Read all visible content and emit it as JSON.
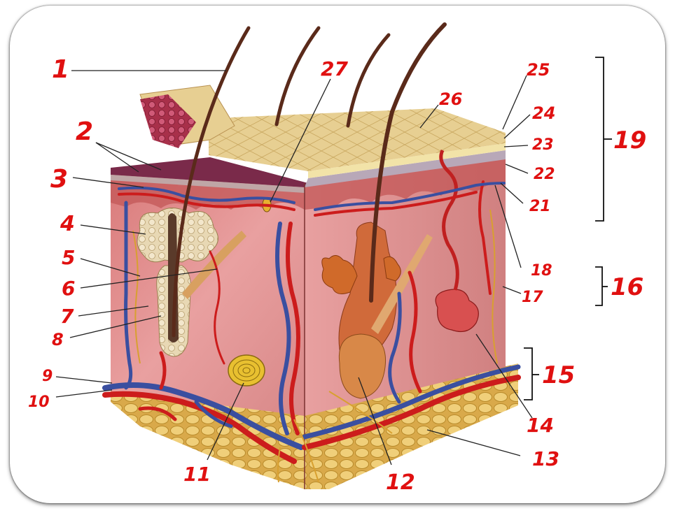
{
  "colors": {
    "label": "#e01010",
    "leader": "#222222",
    "dermis": "#e89a9a",
    "epidermis": "#e6cf8e",
    "fat": "#e8c86a",
    "artery": "#cc1c1c",
    "vein": "#3a4fa0",
    "hair": "#5a2a1a"
  },
  "labels": [
    {
      "id": "1",
      "text": "1"
    },
    {
      "id": "2",
      "text": "2"
    },
    {
      "id": "3",
      "text": "3"
    },
    {
      "id": "4",
      "text": "4"
    },
    {
      "id": "5",
      "text": "5"
    },
    {
      "id": "6",
      "text": "6"
    },
    {
      "id": "7",
      "text": "7"
    },
    {
      "id": "8",
      "text": "8"
    },
    {
      "id": "9",
      "text": "9"
    },
    {
      "id": "10",
      "text": "10"
    },
    {
      "id": "11",
      "text": "11"
    },
    {
      "id": "12",
      "text": "12"
    },
    {
      "id": "13",
      "text": "13"
    },
    {
      "id": "14",
      "text": "14"
    },
    {
      "id": "15",
      "text": "15"
    },
    {
      "id": "16",
      "text": "16"
    },
    {
      "id": "17",
      "text": "17"
    },
    {
      "id": "18",
      "text": "18"
    },
    {
      "id": "19",
      "text": "19"
    },
    {
      "id": "21",
      "text": "21"
    },
    {
      "id": "22",
      "text": "22"
    },
    {
      "id": "23",
      "text": "23"
    },
    {
      "id": "24",
      "text": "24"
    },
    {
      "id": "25",
      "text": "25"
    },
    {
      "id": "26",
      "text": "26"
    },
    {
      "id": "27",
      "text": "27"
    }
  ]
}
